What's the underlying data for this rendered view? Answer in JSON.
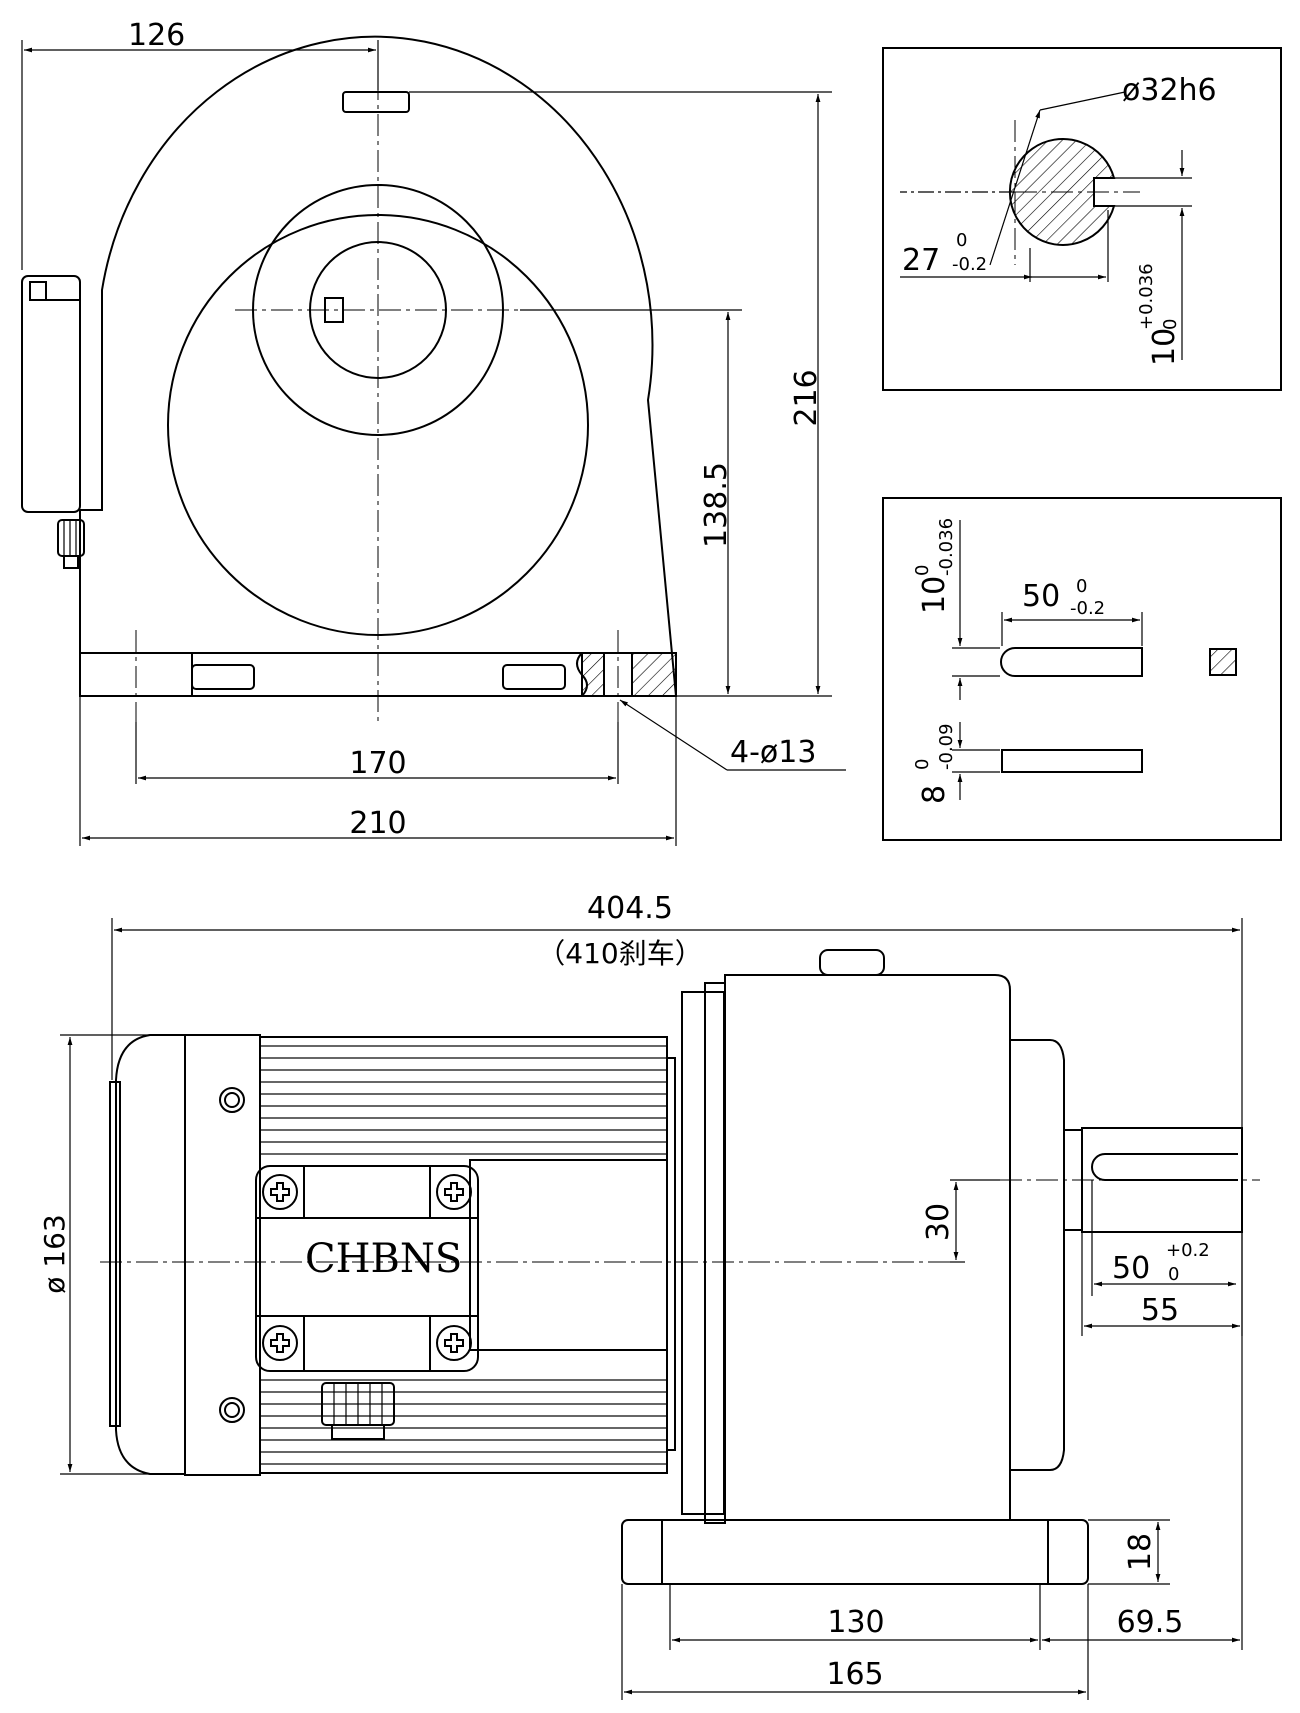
{
  "dims": {
    "top_width": "126",
    "height_total": "216",
    "shaft_height": "138.5",
    "base_hole_span": "170",
    "base_width": "210",
    "holes": "4-ø13",
    "shaft_dia": "ø32h6",
    "key_depth": "27",
    "key_depth_tol_upper": "0",
    "key_depth_tol_lower": "-0.2",
    "key_width_a": "10",
    "key_width_a_tol_upper": "+0.036",
    "key_width_a_tol_lower": "0",
    "key_width_b": "10",
    "key_width_b_tol_upper": "0",
    "key_width_b_tol_lower": "-0.036",
    "key_length": "50",
    "key_length_tol_upper": "0",
    "key_length_tol_lower": "-0.2",
    "key_height": "8",
    "key_height_tol_upper": "0",
    "key_height_tol_lower": "-0.09",
    "total_length": "404.5",
    "total_length_brake": "（410刹车）",
    "motor_dia": "ø 163",
    "shaft_center": "30",
    "key_slot_len": "50",
    "key_slot_tol_upper": "+0.2",
    "key_slot_tol_lower": "0",
    "shaft_len": "55",
    "base_thickness": "18",
    "base_hole_length": "130",
    "base_offset": "69.5",
    "base_length": "165"
  },
  "brand": "CHBNS"
}
